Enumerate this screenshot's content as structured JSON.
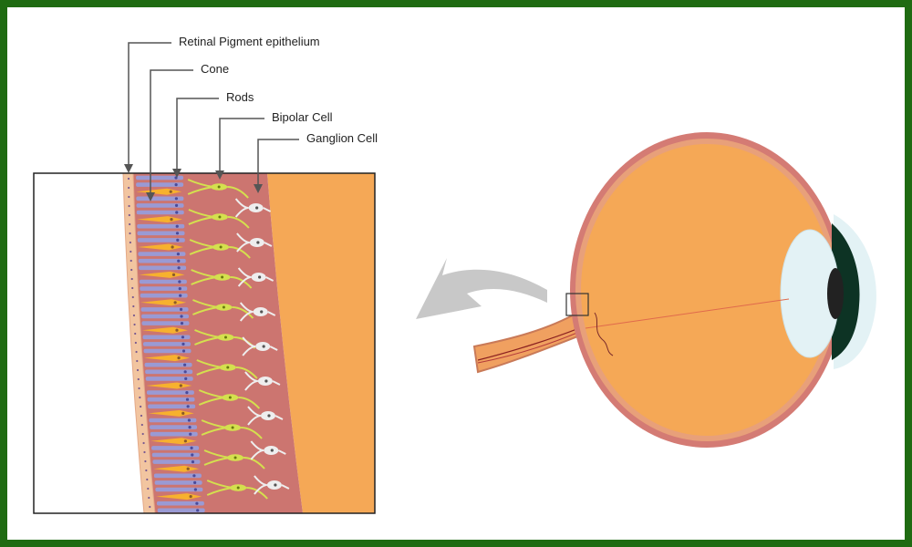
{
  "labels": {
    "rpe": "Retinal Pigment epithelium",
    "cone": "Cone",
    "rods": "Rods",
    "bipolar": "Bipolar Cell",
    "ganglion": "Ganglion Cell"
  },
  "colors": {
    "frame": "#1f6b12",
    "vitreous": "#f5a856",
    "retina": "#cc7570",
    "pigment_epithelium": "#f2c5a0",
    "rod": "#9a9ad4",
    "cone": "#f7b12e",
    "bipolar": "#d4e04e",
    "ganglion": "#eeeeee",
    "arrow": "#c8c8c8",
    "pointer": "#555555"
  },
  "icons": {
    "direction_arrow": "curved-arrow-left-icon",
    "eyeball": "eyeball-cross-section-icon"
  }
}
